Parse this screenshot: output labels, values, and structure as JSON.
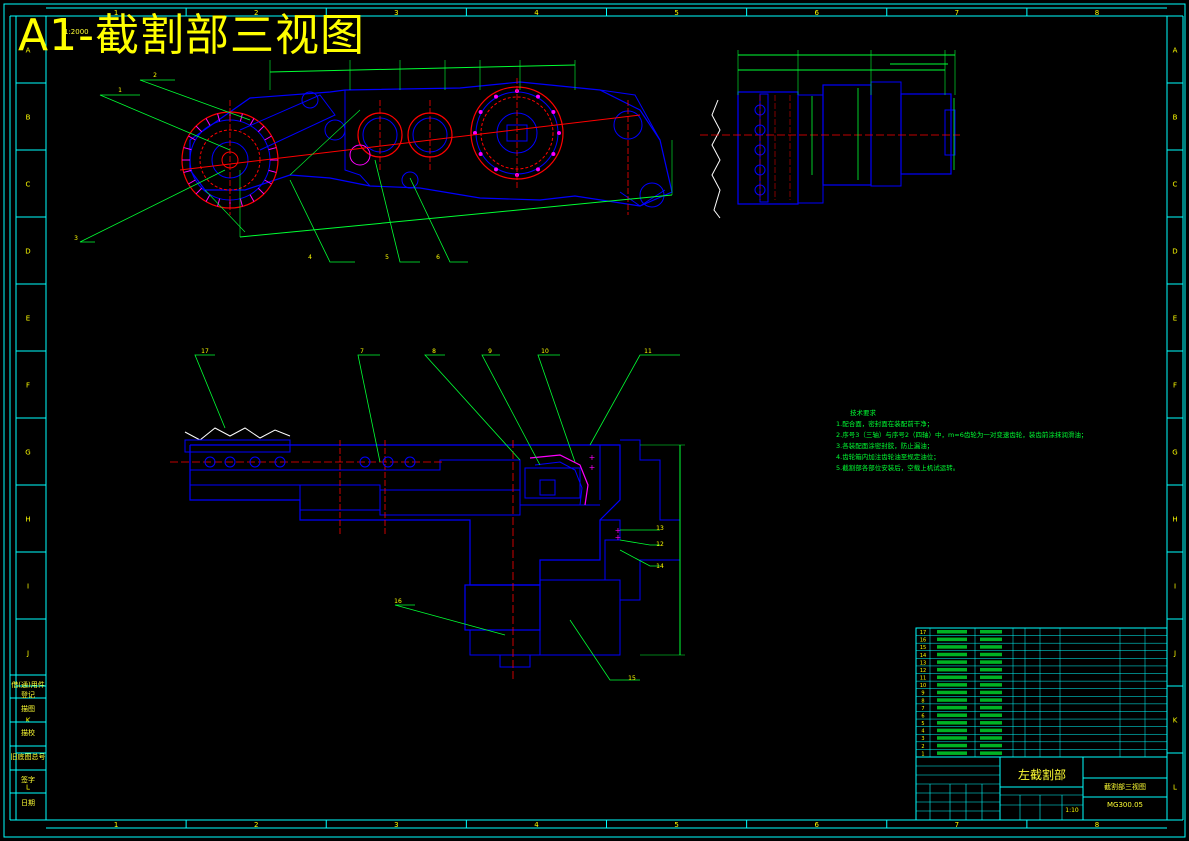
{
  "title": "A1-截割部三视图",
  "scale_tag": "1:2000",
  "border_cols": [
    "1",
    "2",
    "3",
    "4",
    "5",
    "6",
    "7",
    "8"
  ],
  "border_rows": [
    "A",
    "B",
    "C",
    "D",
    "E",
    "F",
    "G",
    "H",
    "I",
    "J",
    "K",
    "L"
  ],
  "balloons_top": [
    "1",
    "2",
    "3",
    "4",
    "5",
    "6"
  ],
  "balloons_bottom": [
    "7",
    "8",
    "9",
    "10",
    "11",
    "12",
    "13",
    "14",
    "15",
    "16",
    "17"
  ],
  "tech_requirements": {
    "title": "技术要求",
    "items": [
      "1.配合面，密封面在装配前干净；",
      "2.序号3（三轴）与序号2（四轴）中，m=6齿轮为一对变速齿轮，装齿前涂抹润滑油；",
      "3.各装配面涂密封胶，防止漏油；",
      "4.齿轮箱内加注齿轮油至规定油位；",
      "5.截割部各部位安装后，空载上机试运转。"
    ]
  },
  "title_block": {
    "part_name": "左截割部",
    "drawing_name": "截割部三视图",
    "drawing_code": "MG300.05",
    "scale": "1:10"
  },
  "side_labels": [
    "借(通)用件登记",
    "描图",
    "描校",
    "旧底图总号",
    "签字",
    "日期"
  ],
  "colors": {
    "frame": "#00ffff",
    "outline": "#0000ff",
    "center": "#ff0000",
    "dim": "#00ff33",
    "text": "#ffff00",
    "detail": "#ff00ff",
    "white": "#ffffff"
  }
}
